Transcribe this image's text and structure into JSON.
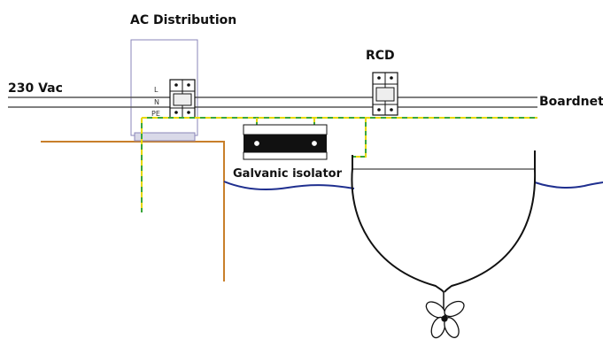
{
  "labels": {
    "ac_distribution": "AC Distribution",
    "rcd": "RCD",
    "supply_voltage": "230 Vac",
    "boardnet": "Boardnet",
    "galvanic_isolator": "Galvanic isolator",
    "terminal_l": "L",
    "terminal_n": "N",
    "terminal_pe": "PE"
  },
  "colors": {
    "live": "#555555",
    "neutral": "#555555",
    "earth_green": "#3aa63a",
    "earth_yellow": "#e8d800",
    "shore_earth": "#c87f2a",
    "water": "#1f2f8f",
    "enclosure_border": "#8a86b8",
    "isolator_body": "#111111",
    "hull": "#111111"
  }
}
